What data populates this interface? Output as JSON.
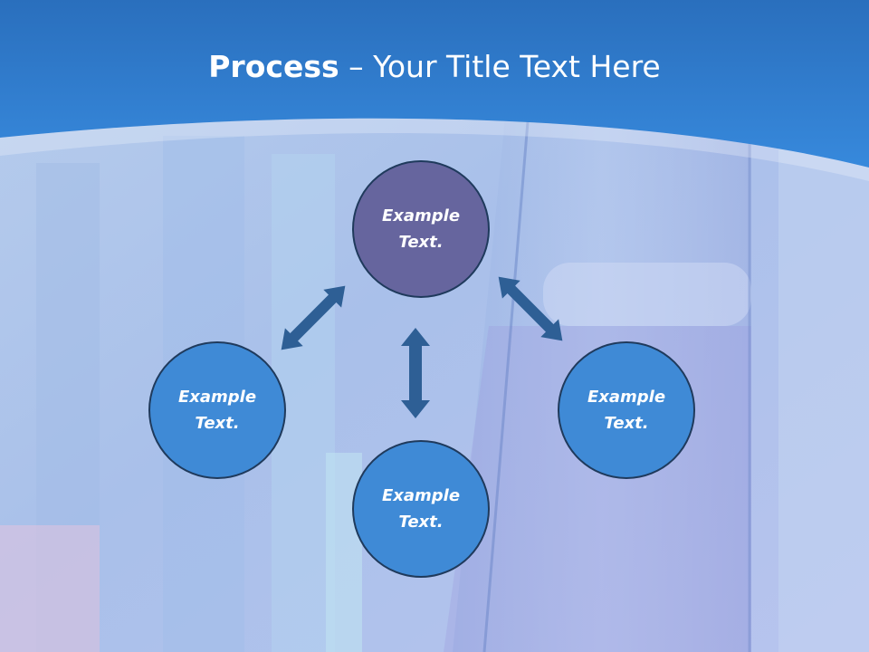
{
  "slide": {
    "title_bold": "Process",
    "title_rest": " – Your Title Text Here"
  },
  "nodes": {
    "top": {
      "line1": "Example",
      "line2": "Text."
    },
    "left": {
      "line1": "Example",
      "line2": "Text."
    },
    "bottom": {
      "line1": "Example",
      "line2": "Text."
    },
    "right": {
      "line1": "Example",
      "line2": "Text."
    }
  },
  "colors": {
    "header_blue": "#2f7fd0",
    "center_node": "#66659e",
    "outer_node": "#3f8ad6",
    "arrow": "#2e5f95"
  },
  "icons": [
    "double-arrow-icon"
  ]
}
